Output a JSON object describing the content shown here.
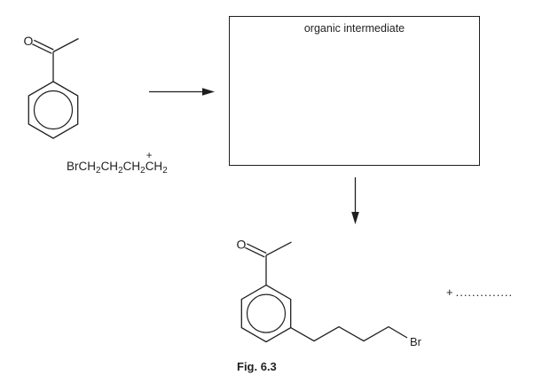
{
  "colors": {
    "ink": "#1f1f1f",
    "background": "#ffffff"
  },
  "intermediate_box": {
    "label": "organic intermediate"
  },
  "reactant": {
    "oxygen_label": "O"
  },
  "reagent": {
    "parts": [
      "BrCH",
      "2",
      "CH",
      "2",
      "CH",
      "2",
      "CH",
      "2"
    ],
    "charge": "+"
  },
  "product": {
    "oxygen_label": "O",
    "bromine_label": "Br"
  },
  "answer_blank": {
    "plus": "+",
    "dots": ".............."
  },
  "caption": "Fig. 6.3"
}
